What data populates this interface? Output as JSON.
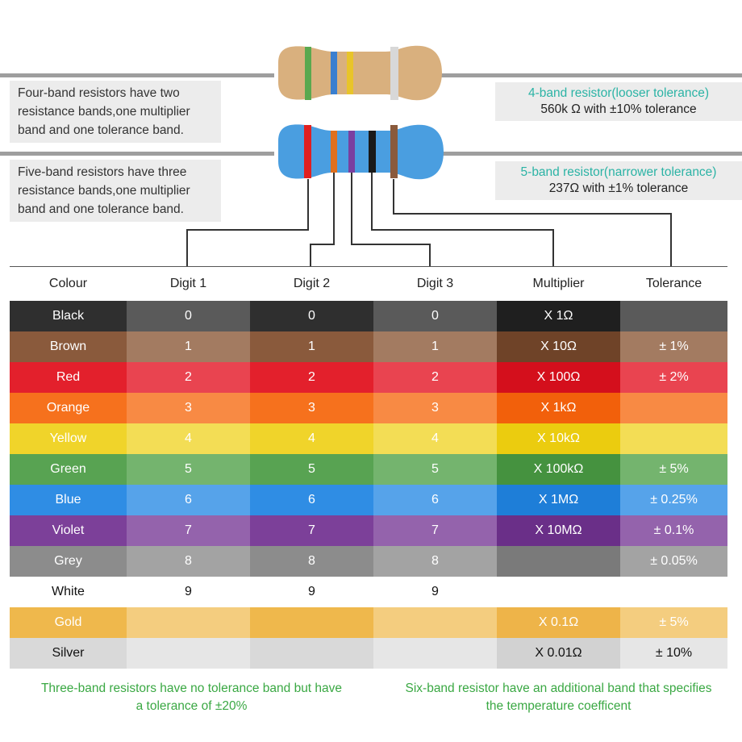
{
  "left_notes": {
    "four_band": "Four-band resistors have two resistance bands,one multiplier band and one tolerance band.",
    "five_band": "Five-band resistors have three resistance bands,one multiplier band and one tolerance band."
  },
  "right_captions": {
    "four_band_title": "4-band resistor(looser tolerance)",
    "four_band_value": "560k Ω with ±10% tolerance",
    "five_band_title": "5-band resistor(narrower tolerance)",
    "five_band_value": "237Ω with ±1% tolerance"
  },
  "table": {
    "headers": [
      "Colour",
      "Digit 1",
      "Digit 2",
      "Digit 3",
      "Multiplier",
      "Tolerance"
    ],
    "rows": [
      {
        "colour": "Black",
        "d1": "0",
        "d2": "0",
        "d3": "0",
        "mult": "X 1Ω",
        "tol": "",
        "bg": "#2f2f2f",
        "bg_light": "#5a5a5a",
        "bg_dark": "#1f1f1f",
        "text": "#ffffff"
      },
      {
        "colour": "Brown",
        "d1": "1",
        "d2": "1",
        "d3": "1",
        "mult": "X 10Ω",
        "tol": "± 1%",
        "bg": "#8a5a3c",
        "bg_light": "#a37b61",
        "bg_dark": "#6f4328",
        "text": "#ffffff"
      },
      {
        "colour": "Red",
        "d1": "2",
        "d2": "2",
        "d3": "2",
        "mult": "X 100Ω",
        "tol": "± 2%",
        "bg": "#e3202c",
        "bg_light": "#e94450",
        "bg_dark": "#d40f1c",
        "text": "#ffffff"
      },
      {
        "colour": "Orange",
        "d1": "3",
        "d2": "3",
        "d3": "3",
        "mult": "X 1kΩ",
        "tol": "",
        "bg": "#f6711d",
        "bg_light": "#f88a44",
        "bg_dark": "#f2600b",
        "text": "#ffffff"
      },
      {
        "colour": "Yellow",
        "d1": "4",
        "d2": "4",
        "d3": "4",
        "mult": "X 10kΩ",
        "tol": "",
        "bg": "#f0d42a",
        "bg_light": "#f3dd55",
        "bg_dark": "#ebcc0f",
        "text": "#ffffff"
      },
      {
        "colour": "Green",
        "d1": "5",
        "d2": "5",
        "d3": "5",
        "mult": "X 100kΩ",
        "tol": "± 5%",
        "bg": "#58a352",
        "bg_light": "#74b46e",
        "bg_dark": "#45923f",
        "text": "#ffffff"
      },
      {
        "colour": "Blue",
        "d1": "6",
        "d2": "6",
        "d3": "6",
        "mult": "X 1MΩ",
        "tol": "± 0.25%",
        "bg": "#2f8de4",
        "bg_light": "#56a3ea",
        "bg_dark": "#1e7ed8",
        "text": "#ffffff"
      },
      {
        "colour": "Violet",
        "d1": "7",
        "d2": "7",
        "d3": "7",
        "mult": "X 10MΩ",
        "tol": "± 0.1%",
        "bg": "#7c4099",
        "bg_light": "#9463ac",
        "bg_dark": "#6a2f88",
        "text": "#ffffff"
      },
      {
        "colour": "Grey",
        "d1": "8",
        "d2": "8",
        "d3": "8",
        "mult": "",
        "tol": "± 0.05%",
        "bg": "#8c8c8c",
        "bg_light": "#a3a3a3",
        "bg_dark": "#7a7a7a",
        "text": "#ffffff"
      },
      {
        "colour": "White",
        "d1": "9",
        "d2": "9",
        "d3": "9",
        "mult": "",
        "tol": "",
        "bg": "#ffffff",
        "bg_light": "#ffffff",
        "bg_dark": "#ffffff",
        "text": "#111111"
      },
      {
        "colour": "Gold",
        "d1": "",
        "d2": "",
        "d3": "",
        "mult": "X 0.1Ω",
        "tol": "± 5%",
        "bg": "#efb84c",
        "bg_light": "#f4cd7f",
        "bg_dark": "#eeb449",
        "text": "#ffffff"
      },
      {
        "colour": "Silver",
        "d1": "",
        "d2": "",
        "d3": "",
        "mult": "X 0.01Ω",
        "tol": "± 10%",
        "bg": "#d9d9d9",
        "bg_light": "#e6e6e6",
        "bg_dark": "#d2d2d2",
        "text": "#111111"
      }
    ]
  },
  "bottom_notes": {
    "three_band": "Three-band resistors have no tolerance band but have a tolerance of ±20%",
    "six_band": "Six-band resistor have an additional band that specifies the temperature coefficent"
  },
  "resistor_colors": {
    "body_tan": "#d9b07e",
    "body_blue": "#4a9ee0",
    "lead": "#9e9e9e",
    "four_band_bands": [
      "#5aa84f",
      "#3a7fd0",
      "#e8c42a",
      "#d8d8d8"
    ],
    "five_band_bands": [
      "#e12020",
      "#e0701e",
      "#7a3fa0",
      "#1a1a1a",
      "#8a5a3c"
    ],
    "accent_teal": "#2bb3a5",
    "note_green": "#3aa843"
  }
}
